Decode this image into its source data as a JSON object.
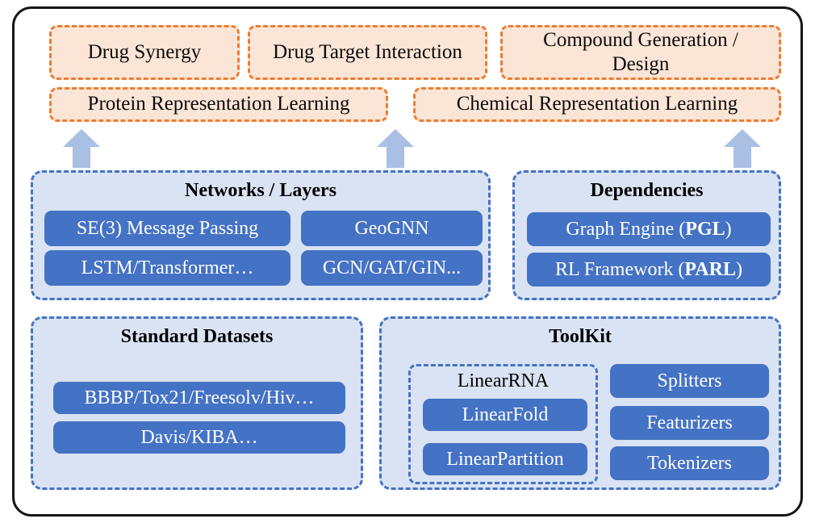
{
  "colors": {
    "orange_border": "#ED7D31",
    "orange_fill": "#FBE5D6",
    "blue_border": "#4472C4",
    "panel_fill": "#DAE3F3",
    "node_fill": "#4472C4",
    "arrow_fill": "#A9BFE4"
  },
  "applications": {
    "drug_synergy": "Drug Synergy",
    "drug_target_interaction": "Drug Target Interaction",
    "compound_generation": "Compound Generation / Design",
    "protein_representation": "Protein Representation Learning",
    "chemical_representation": "Chemical Representation Learning"
  },
  "networks": {
    "title": "Networks / Layers",
    "items": [
      "SE(3) Message Passing",
      "GeoGNN",
      "LSTM/Transformer…",
      "GCN/GAT/GIN..."
    ]
  },
  "dependencies": {
    "title": "Dependencies",
    "items": [
      {
        "prefix": "Graph Engine (",
        "bold": "PGL",
        "suffix": ")"
      },
      {
        "prefix": "RL Framework (",
        "bold": "PARL",
        "suffix": ")"
      }
    ]
  },
  "datasets": {
    "title": "Standard Datasets",
    "items": [
      "BBBP/Tox21/Freesolv/Hiv…",
      "Davis/KIBA…"
    ]
  },
  "toolkit": {
    "title": "ToolKit",
    "linear_rna": {
      "label": "LinearRNA",
      "items": [
        "LinearFold",
        "LinearPartition"
      ]
    },
    "tools": [
      "Splitters",
      "Featurizers",
      "Tokenizers"
    ]
  }
}
